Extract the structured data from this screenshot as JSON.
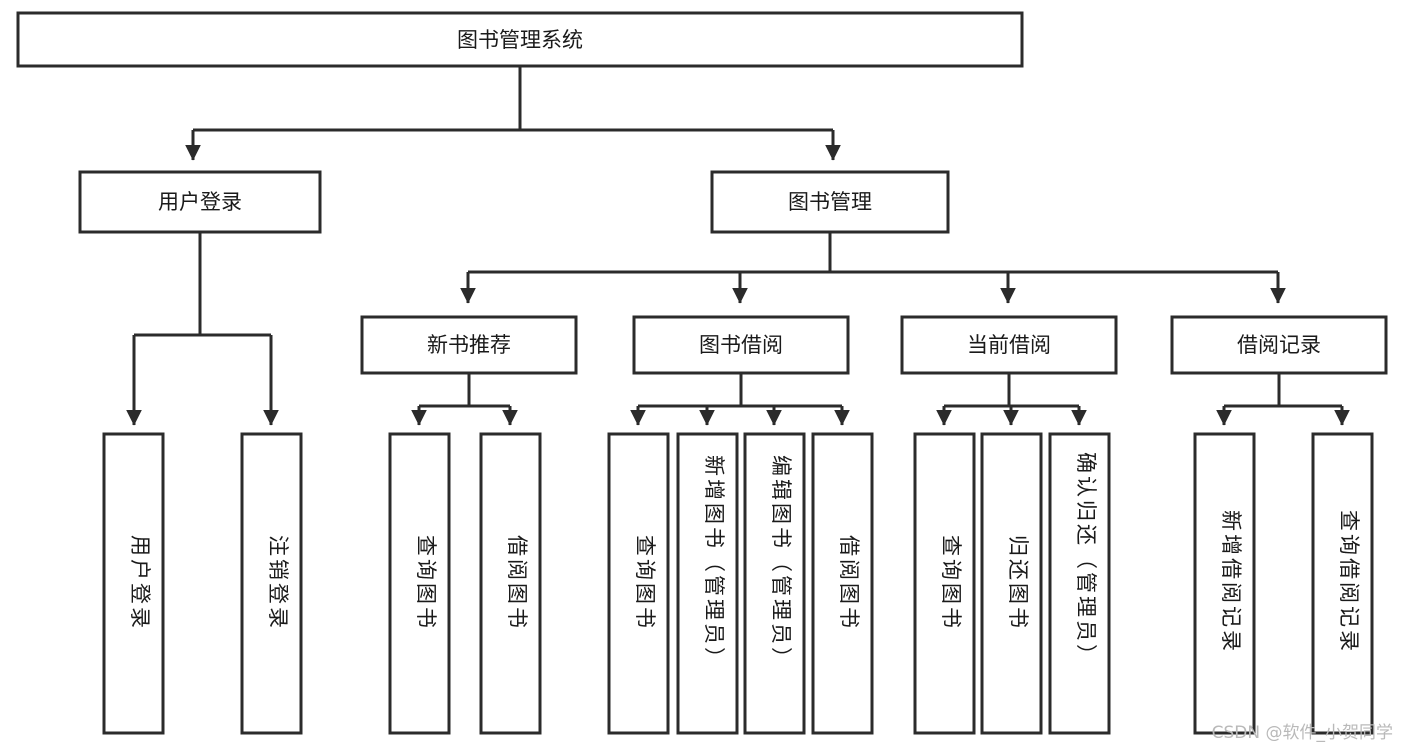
{
  "diagram": {
    "title": "图书管理系统",
    "type": "tree-hierarchy-diagram",
    "root": {
      "id": "root",
      "label": "图书管理系统"
    },
    "level2": [
      {
        "id": "user-login",
        "label": "用户登录"
      },
      {
        "id": "book-manage",
        "label": "图书管理"
      }
    ],
    "level3": [
      {
        "id": "new-book-recommend",
        "label": "新书推荐",
        "parent": "book-manage"
      },
      {
        "id": "book-borrow",
        "label": "图书借阅",
        "parent": "book-manage"
      },
      {
        "id": "current-borrow",
        "label": "当前借阅",
        "parent": "book-manage"
      },
      {
        "id": "borrow-record",
        "label": "借阅记录",
        "parent": "book-manage"
      }
    ],
    "leaves": {
      "user-login": [
        {
          "id": "leaf-user-login",
          "label": "用户登录"
        },
        {
          "id": "leaf-user-logout",
          "label": "注销登录"
        }
      ],
      "new-book-recommend": [
        {
          "id": "leaf-query-book-1",
          "label": "查询图书"
        },
        {
          "id": "leaf-borrow-book-1",
          "label": "借阅图书"
        }
      ],
      "book-borrow": [
        {
          "id": "leaf-query-book-2",
          "label": "查询图书"
        },
        {
          "id": "leaf-add-book",
          "label": "新增图书（管理员）"
        },
        {
          "id": "leaf-edit-book",
          "label": "编辑图书（管理员）"
        },
        {
          "id": "leaf-borrow-book-2",
          "label": "借阅图书"
        }
      ],
      "current-borrow": [
        {
          "id": "leaf-query-book-3",
          "label": "查询图书"
        },
        {
          "id": "leaf-return-book",
          "label": "归还图书"
        },
        {
          "id": "leaf-confirm-return",
          "label": "确认归还（管理员）"
        }
      ],
      "borrow-record": [
        {
          "id": "leaf-add-record",
          "label": "新增借阅记录"
        },
        {
          "id": "leaf-query-record",
          "label": "查询借阅记录"
        }
      ]
    },
    "colors": {
      "stroke": "#2b2b2b",
      "fill": "#ffffff",
      "text": "#1a1a1a",
      "watermark": "#b9b9b9"
    }
  },
  "watermark": {
    "text": "CSDN @软件_小贺同学"
  }
}
